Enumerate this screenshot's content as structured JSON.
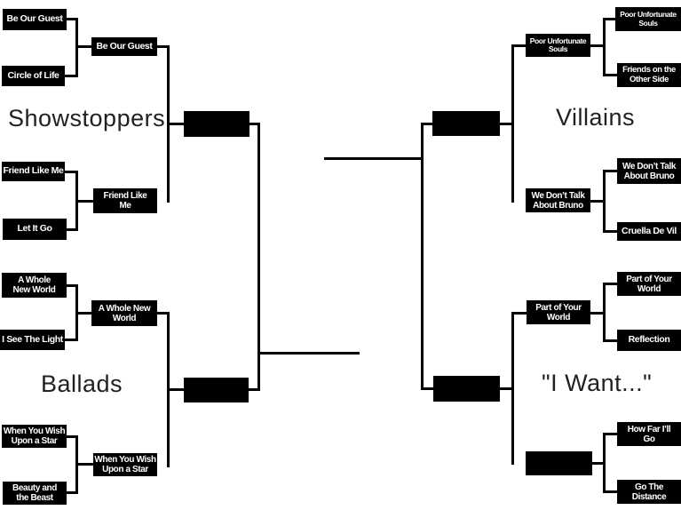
{
  "colors": {
    "background": "#ffffff",
    "box_bg": "#000000",
    "box_text": "#ffffff",
    "line": "#000000",
    "label_text": "#212121"
  },
  "regions": {
    "showstoppers": {
      "label": "Showstoppers",
      "round1": [
        "Be Our Guest",
        "Circle of Life",
        "Friend Like Me",
        "Let It Go"
      ],
      "round2": [
        "Be Our Guest",
        "Friend Like\nMe"
      ],
      "winner": ""
    },
    "ballads": {
      "label": "Ballads",
      "round1": [
        "A Whole\nNew World",
        "I See The Light",
        "When You Wish\nUpon a Star",
        "Beauty and\nthe Beast"
      ],
      "round2": [
        "A Whole New\nWorld",
        "When You Wish\nUpon a Star"
      ],
      "winner": ""
    },
    "villains": {
      "label": "Villains",
      "round1": [
        "Poor Unfortunate\nSouls",
        "Friends on the\nOther Side",
        "We Don’t Talk\nAbout Bruno",
        "Cruella De Vil"
      ],
      "round2": [
        "Poor Unfortunate\nSouls",
        "We Don’t Talk\nAbout Bruno"
      ],
      "winner": ""
    },
    "i_want": {
      "label": "\"I Want...\"",
      "round1": [
        "Part of Your\nWorld",
        "Reflection",
        "How Far I’ll\nGo",
        "Go The\nDistance"
      ],
      "round2": [
        "Part of Your\nWorld",
        ""
      ],
      "winner": ""
    }
  },
  "final": {
    "left_finalist": "",
    "right_finalist": ""
  }
}
